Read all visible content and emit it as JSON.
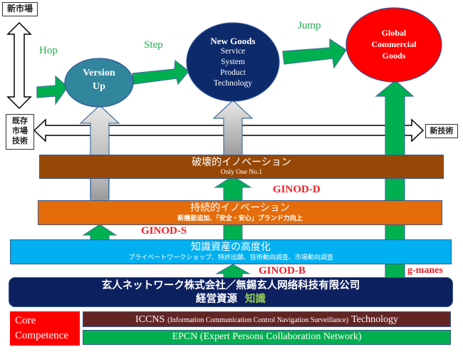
{
  "axis": {
    "new_market": "新市場",
    "existing_market_tech": [
      "既存",
      "市場",
      "技術"
    ],
    "new_tech": "新技術"
  },
  "steps": {
    "hop": "Hop",
    "step": "Step",
    "jump": "Jump"
  },
  "nodes": {
    "version_up": {
      "lines": [
        "Version",
        "Up"
      ],
      "color": "#31859c"
    },
    "new_goods": {
      "title": "New Goods",
      "lines": [
        "Service",
        "System",
        "Product",
        "Technology"
      ],
      "color": "#0d2a6b"
    },
    "global": {
      "lines": [
        "Global",
        "Commercial",
        "Goods"
      ],
      "color": "#ff0000"
    }
  },
  "bands": {
    "disruptive": {
      "title": "破壊的イノベーション",
      "subtitle": "Only One No.1",
      "color": "#974806"
    },
    "sustaining": {
      "title": "持続的イノベーション",
      "subtitle": "新機能追加、「安全・安心」ブランド力向上",
      "color": "#e46c0a"
    },
    "knowledge": {
      "title": "知識資産の高度化",
      "subtitle": "プライベートワークショップ、特許出願、技術動向調査、市場動向調査",
      "color": "#00b0f0"
    },
    "company": {
      "line1": "玄人ネットワーク株式会社／無錫玄人网络科技有限公司",
      "line2_prefix": "経営資源",
      "line2_highlight": "知識",
      "color": "#0d2060",
      "highlight_color": "#92d050"
    }
  },
  "labels": {
    "ginod_d": "GINOD-D",
    "ginod_s": "GINOD-S",
    "ginod_b": "GINOD-B",
    "g_manes": "g-manes"
  },
  "core": {
    "label_lines": [
      "Core",
      "Competence"
    ],
    "label_color": "#ff0000",
    "iccns_prefix": "ICCNS",
    "iccns_detail": "(Information Communication Control Navigation Surveillance)",
    "iccns_suffix": "Technology",
    "iccns_color": "#632523",
    "epcn": "EPCN (Expert Persons Collaboration Network)",
    "epcn_color": "#00b050"
  }
}
